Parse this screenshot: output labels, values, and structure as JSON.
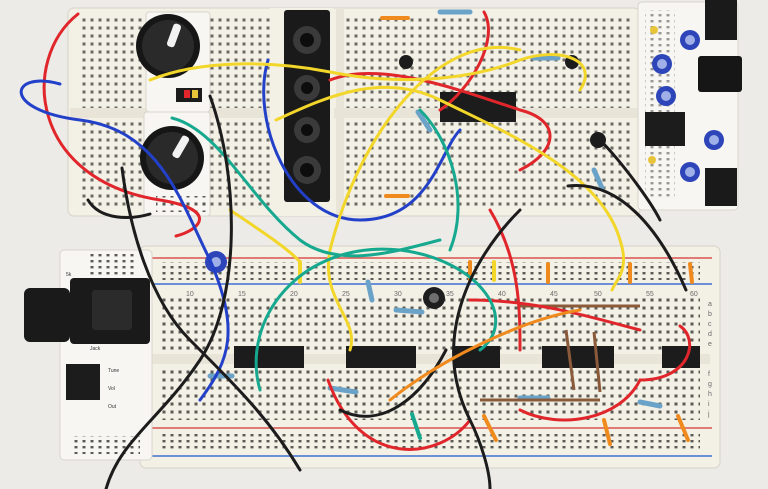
{
  "scene": {
    "background": "#ecebe8",
    "board_color": "#f3f0e6",
    "rail_red": "#d9534f",
    "rail_blue": "#3f6fd1",
    "wire_colors": {
      "red": "#e0262b",
      "blue": "#2340c8",
      "yellow": "#f3d62a",
      "teal": "#17a98f",
      "black": "#1c1c1c",
      "orange": "#f08a1c",
      "brown": "#8a5a3a"
    }
  },
  "breadboard_bottom": {
    "column_labels": [
      "10",
      "15",
      "20",
      "25",
      "30",
      "35",
      "40",
      "45",
      "50",
      "55",
      "60"
    ],
    "row_labels_right": [
      "a",
      "b",
      "c",
      "d",
      "e",
      "f",
      "g",
      "h",
      "i",
      "j"
    ]
  },
  "jack_board": {
    "labels": [
      "5k",
      "Jack",
      "Tune",
      "Vol",
      "Out"
    ]
  }
}
